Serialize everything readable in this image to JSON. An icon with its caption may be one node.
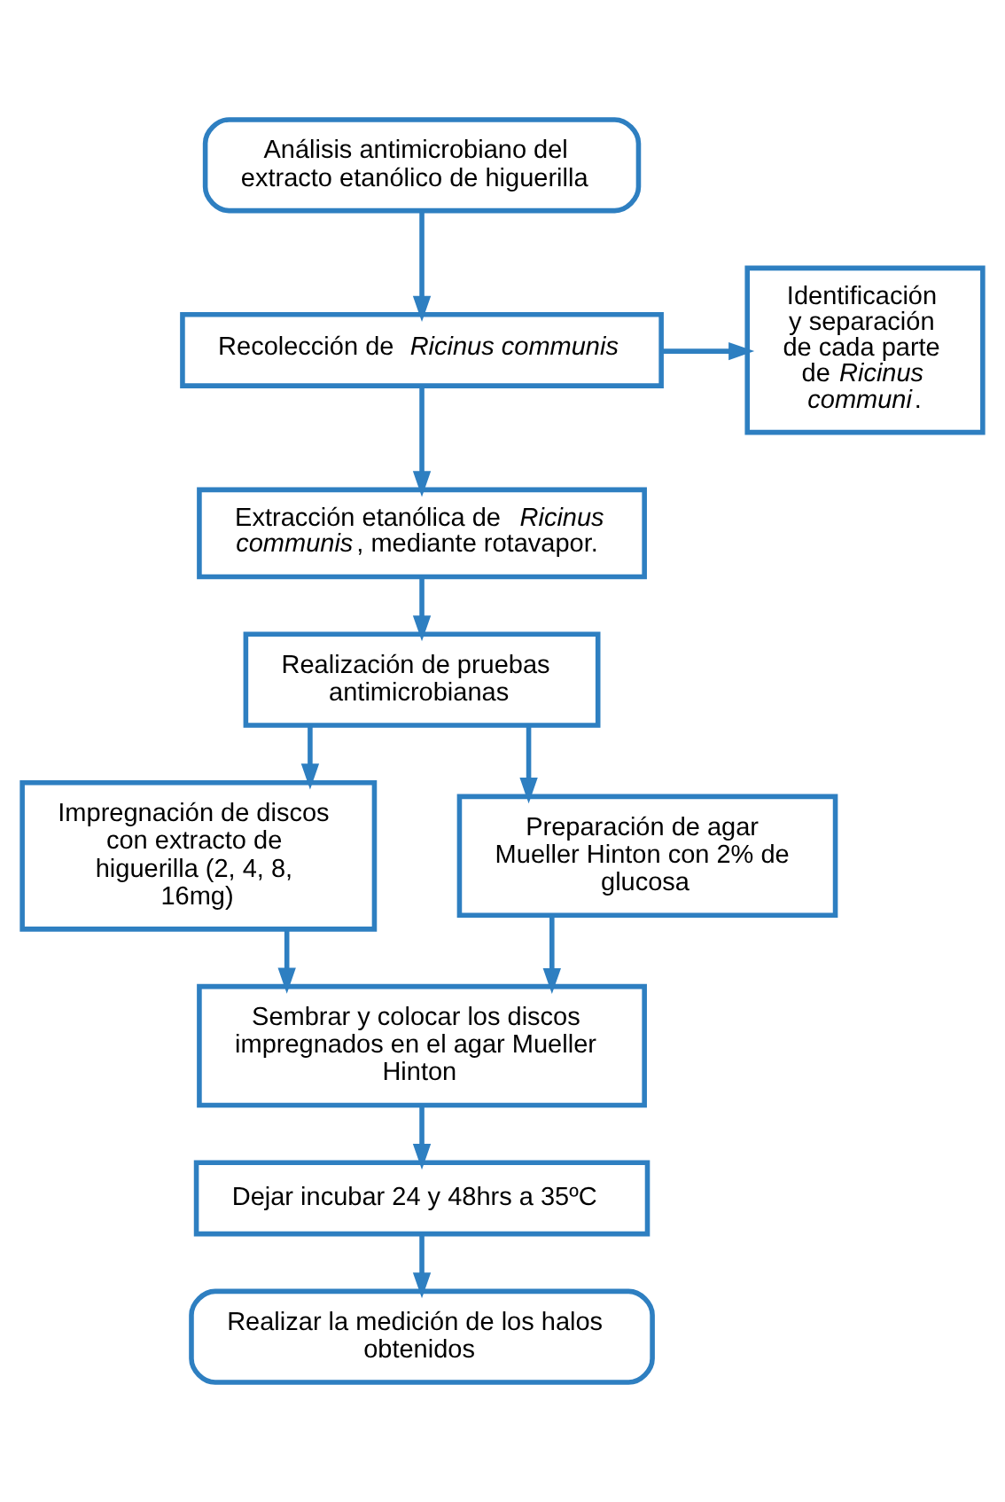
{
  "diagram": {
    "nodes": [
      {
        "text": [
          "Análisis antimicrobiano del extracto etanólico de higuerilla"
        ]
      },
      {
        "text": [
          "Identificación y separación de cada parte de *Ricinus communi*."
        ]
      },
      {
        "text": [
          "Recolección de *Ricinus communis*"
        ]
      },
      {
        "text": [
          "Extracción etanólica de *Ricinus communis*, mediante rotavapor."
        ]
      },
      {
        "text": [
          "Realización de pruebas antimicrobianas"
        ]
      },
      {
        "text": [
          "Impregnación de discos con extracto de higuerilla (2, 4, 8, 16mg)"
        ]
      },
      {
        "text": [
          "Preparación de agar Mueller Hinton con 2% de glucosa"
        ]
      },
      {
        "text": [
          "Sembrar y colocar los discos impregnados en el agar Mueller Hinton"
        ]
      },
      {
        "text": [
          "Dejar incubar 24 y 48hrs a 35ºC"
        ]
      },
      {
        "text": [
          "Realizar la medición de los halos obtenidos"
        ]
      }
    ],
    "edges": [
      {
        "from": 0,
        "to": 2,
        "arrow": "to"
      },
      {
        "from": 2,
        "to": 1,
        "arrow": "to"
      },
      {
        "from": 2,
        "to": 3,
        "arrow": "to"
      },
      {
        "from": 3,
        "to": 4,
        "arrow": "to"
      },
      {
        "from": 4,
        "to": 5,
        "arrow": "to"
      },
      {
        "from": 4,
        "to": 6,
        "arrow": "to"
      },
      {
        "from": 5,
        "to": 7,
        "arrow": "to"
      },
      {
        "from": 6,
        "to": 7,
        "arrow": "to"
      },
      {
        "from": 7,
        "to": 8,
        "arrow": "to"
      },
      {
        "from": 8,
        "to": 9,
        "arrow": "to"
      }
    ]
  }
}
